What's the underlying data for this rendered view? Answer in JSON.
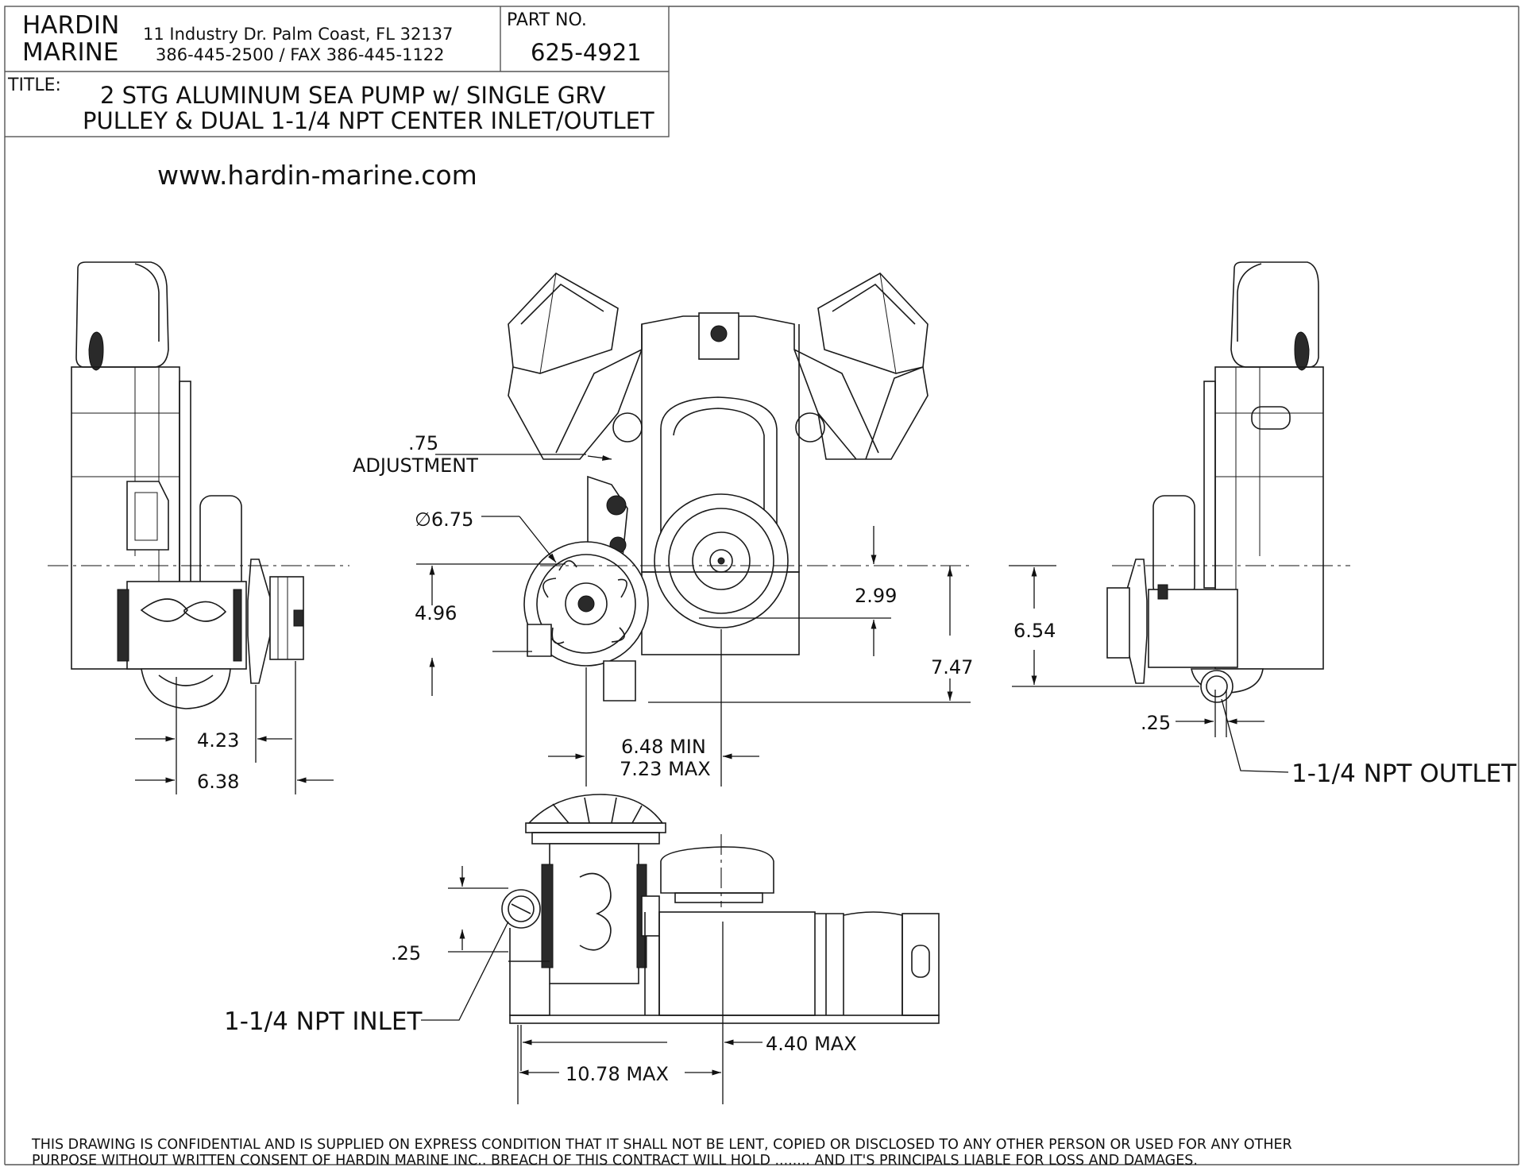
{
  "title_block": {
    "company_line1": "HARDIN",
    "company_line2": "MARINE",
    "address": "11 Industry Dr. Palm Coast, FL 32137",
    "phone": "386-445-2500 / FAX 386-445-1122",
    "part_no_label": "PART NO.",
    "part_no": "625-4921",
    "title_label": "TITLE:",
    "title_line1": "2 STG ALUMINUM SEA PUMP w/ SINGLE GRV",
    "title_line2": "PULLEY & DUAL 1-1/4 NPT CENTER INLET/OUTLET"
  },
  "website": "www.hardin-marine.com",
  "dimensions": {
    "adjustment_value": ".75",
    "adjustment_label": "ADJUSTMENT",
    "pulley_diameter": "∅6.75",
    "height_pump_center": "4.96",
    "crank_to_pump": "2.99",
    "crank_to_base": "7.47",
    "offset_min": "6.48 MIN",
    "offset_max": "7.23 MAX",
    "left_view_depth_1": "4.23",
    "left_view_depth_2": "6.38",
    "right_view_height": "6.54",
    "right_view_offset": ".25",
    "top_view_offset": ".25",
    "top_view_length_1": "4.40 MAX",
    "top_view_length_2": "10.78 MAX"
  },
  "callouts": {
    "outlet": "1-1/4 NPT OUTLET",
    "inlet": "1-1/4 NPT INLET"
  },
  "footer": {
    "line1": "THIS DRAWING IS CONFIDENTIAL AND IS SUPPLIED ON EXPRESS CONDITION THAT IT SHALL NOT BE LENT, COPIED OR DISCLOSED TO ANY OTHER PERSON OR USED FOR ANY OTHER",
    "line2": "PURPOSE WITHOUT WRITTEN  CONSENT OF HARDIN MARINE INC.. BREACH OF THIS CONTRACT WILL HOLD ........ AND IT'S PRINCIPALS LIABLE FOR LOSS AND DAMAGES."
  }
}
